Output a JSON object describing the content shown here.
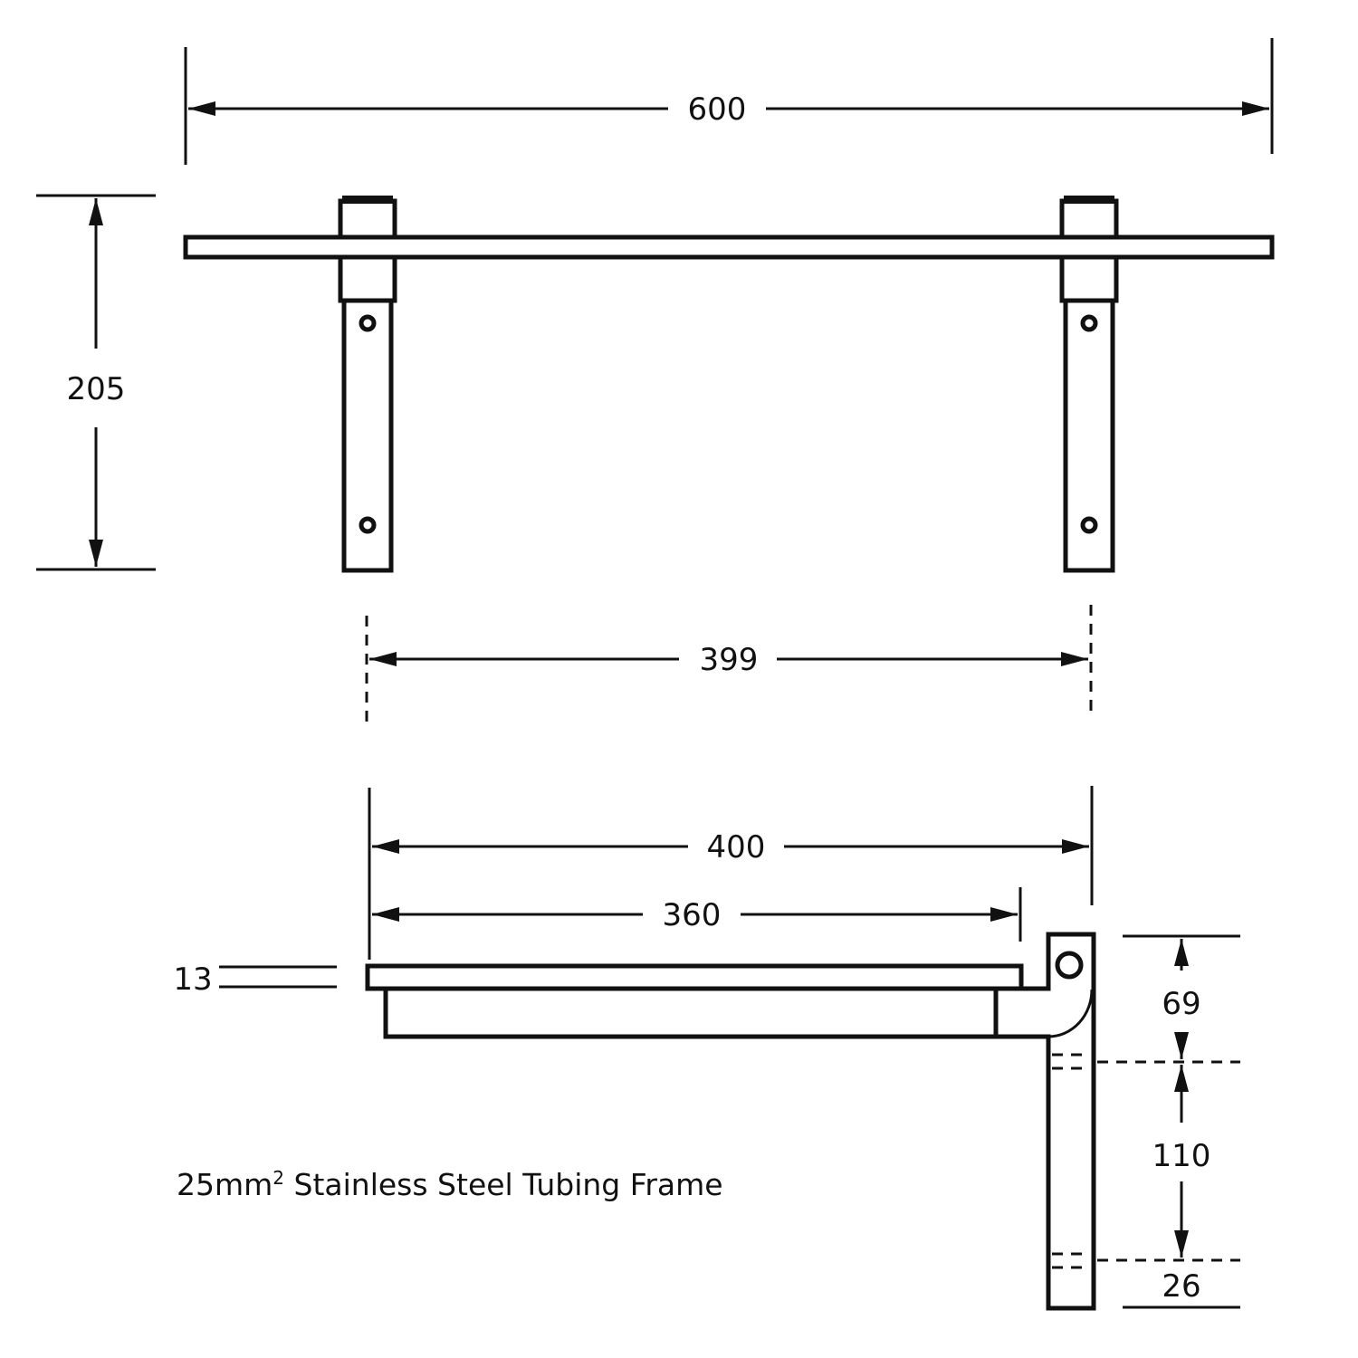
{
  "dimensions": {
    "overall_width": "600",
    "height": "205",
    "bracket_spacing_front": "399",
    "bracket_spacing_side": "400",
    "shelf_depth": "360",
    "shelf_thickness": "13",
    "bracket_top": "69",
    "hole_spacing": "110",
    "bracket_bottom": "26"
  },
  "caption": {
    "text": "25mm",
    "superscript": "2",
    "rest": " Stainless Steel Tubing Frame"
  },
  "colors": {
    "line": "#111111",
    "background": "#ffffff"
  }
}
